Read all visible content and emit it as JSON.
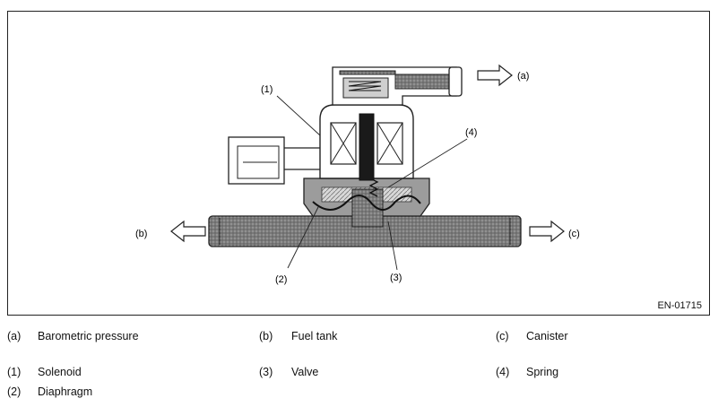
{
  "figure_code": "EN-01715",
  "callouts": {
    "a": "(a)",
    "b": "(b)",
    "c": "(c)",
    "n1": "(1)",
    "n2": "(2)",
    "n3": "(3)",
    "n4": "(4)"
  },
  "legend": [
    {
      "key": "(a)",
      "label": "Barometric pressure"
    },
    {
      "key": "(b)",
      "label": "Fuel tank"
    },
    {
      "key": "(c)",
      "label": "Canister"
    },
    {
      "key": "(1)",
      "label": "Solenoid"
    },
    {
      "key": "(3)",
      "label": "Valve"
    },
    {
      "key": "(4)",
      "label": "Spring"
    },
    {
      "key": "(2)",
      "label": "Diaphragm"
    }
  ]
}
